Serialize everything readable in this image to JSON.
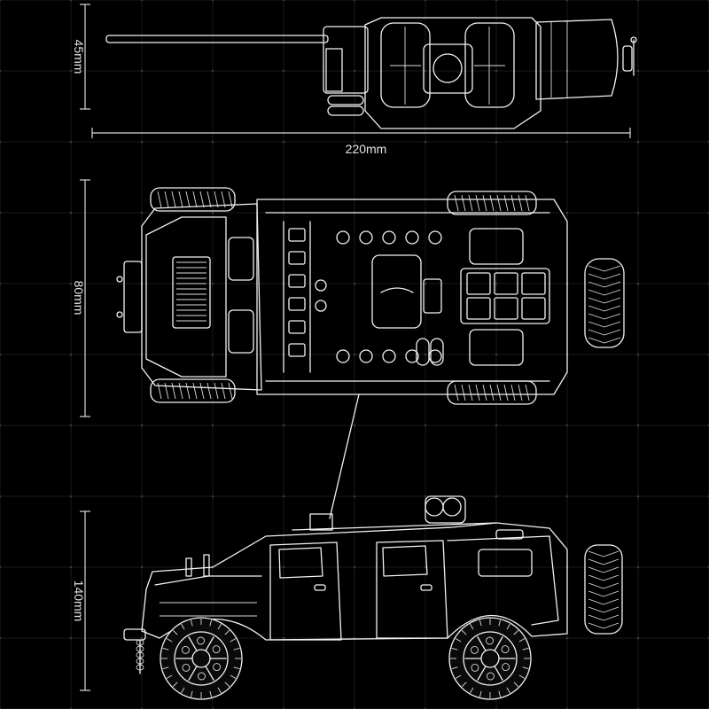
{
  "dimensions": {
    "width_label": "220mm",
    "top_view_height_label": "45mm",
    "plan_view_depth_label": "80mm",
    "side_view_height_label": "140mm"
  },
  "colors": {
    "background": "#000000",
    "lines": "#f2f2f2",
    "dimension_lines": "#d8d8d8",
    "grid": "#1a1a1a"
  }
}
